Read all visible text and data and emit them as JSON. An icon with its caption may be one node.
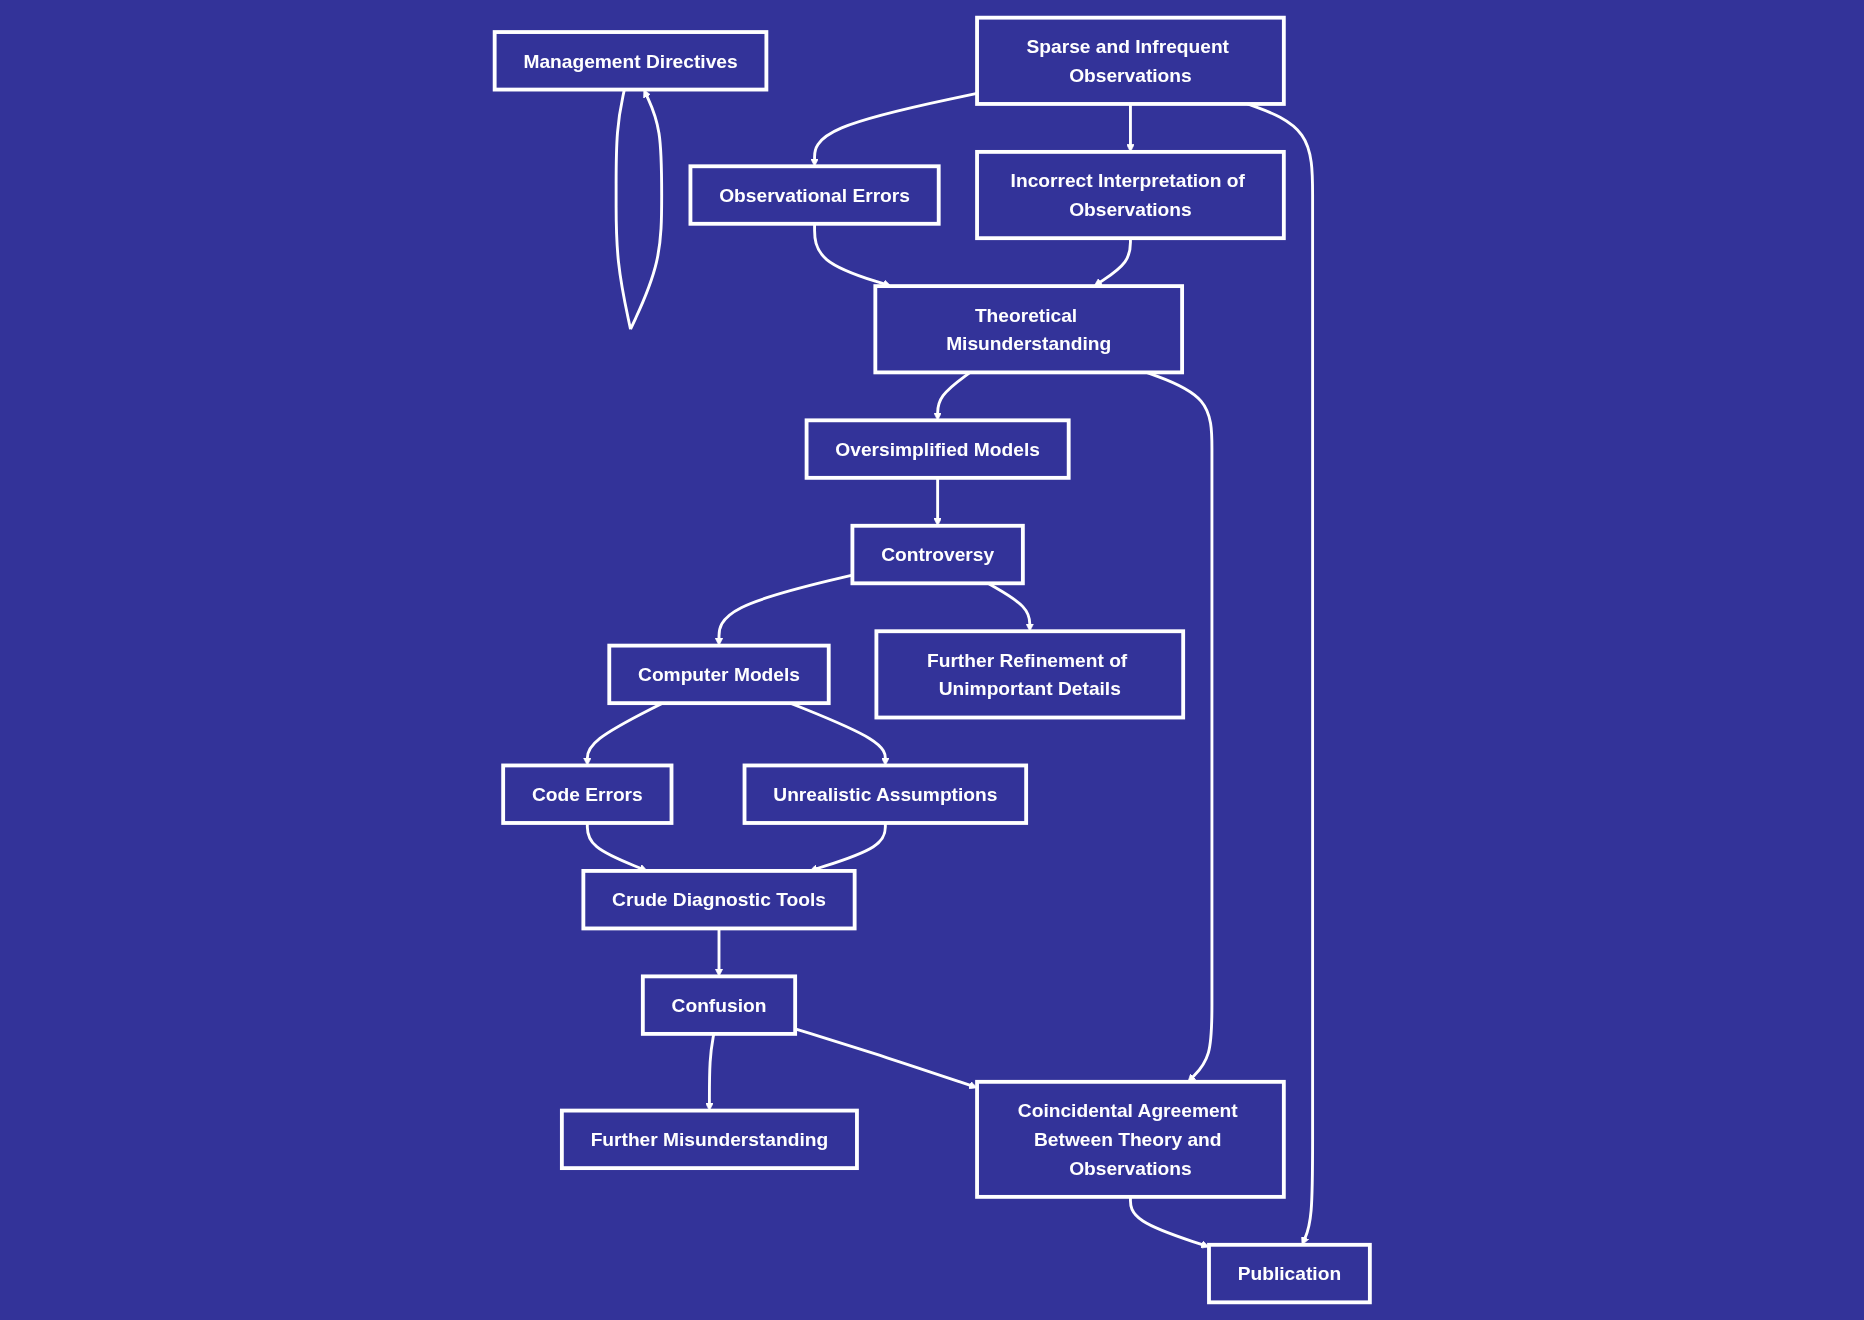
{
  "diagram": {
    "nodes": [
      {
        "text": [
          "Sparse and Infrequent Observations"
        ]
      },
      {
        "text": [
          "Observational Errors"
        ]
      },
      {
        "text": [
          "Incorrect Interpretation of Observations"
        ]
      },
      {
        "text": [
          "Theoretical Misunderstanding"
        ]
      },
      {
        "text": [
          "Management Directives"
        ]
      },
      {
        "text": [
          "Oversimplified Models"
        ]
      },
      {
        "text": [
          "Computer Models"
        ]
      },
      {
        "text": [
          "Controversy"
        ]
      },
      {
        "text": [
          "Further Refinement of Unimportant Details"
        ]
      },
      {
        "text": [
          "Code Errors"
        ]
      },
      {
        "text": [
          "Unrealistic Assumptions"
        ]
      },
      {
        "text": [
          "Crude Diagnostic Tools"
        ]
      },
      {
        "text": [
          "Confusion"
        ]
      },
      {
        "text": [
          "Further Misunderstanding"
        ]
      },
      {
        "text": [
          "Coincidental Agreement Between Theory and Observations"
        ]
      },
      {
        "text": [
          "Publication"
        ]
      }
    ],
    "edges": [
      {
        "from": 0,
        "to": 1,
        "arrow": "to"
      },
      {
        "from": 0,
        "to": 2,
        "arrow": "to"
      },
      {
        "from": 0,
        "to": 15,
        "arrow": "to"
      },
      {
        "from": 1,
        "to": 3,
        "arrow": "to"
      },
      {
        "from": 2,
        "to": 3,
        "arrow": "to"
      },
      {
        "from": 4,
        "to": 4,
        "arrow": "to"
      },
      {
        "from": 3,
        "to": 5,
        "arrow": "to"
      },
      {
        "from": 3,
        "to": 14,
        "arrow": "to"
      },
      {
        "from": 5,
        "to": 7,
        "arrow": "to"
      },
      {
        "from": 7,
        "to": 6,
        "arrow": "to"
      },
      {
        "from": 7,
        "to": 8,
        "arrow": "to"
      },
      {
        "from": 6,
        "to": 9,
        "arrow": "to"
      },
      {
        "from": 6,
        "to": 10,
        "arrow": "to"
      },
      {
        "from": 9,
        "to": 11,
        "arrow": "to"
      },
      {
        "from": 10,
        "to": 11,
        "arrow": "to"
      },
      {
        "from": 11,
        "to": 12,
        "arrow": "to"
      },
      {
        "from": 12,
        "to": 13,
        "arrow": "to"
      },
      {
        "from": 12,
        "to": 14,
        "arrow": "to"
      },
      {
        "from": 14,
        "to": 15,
        "arrow": "to"
      }
    ]
  }
}
